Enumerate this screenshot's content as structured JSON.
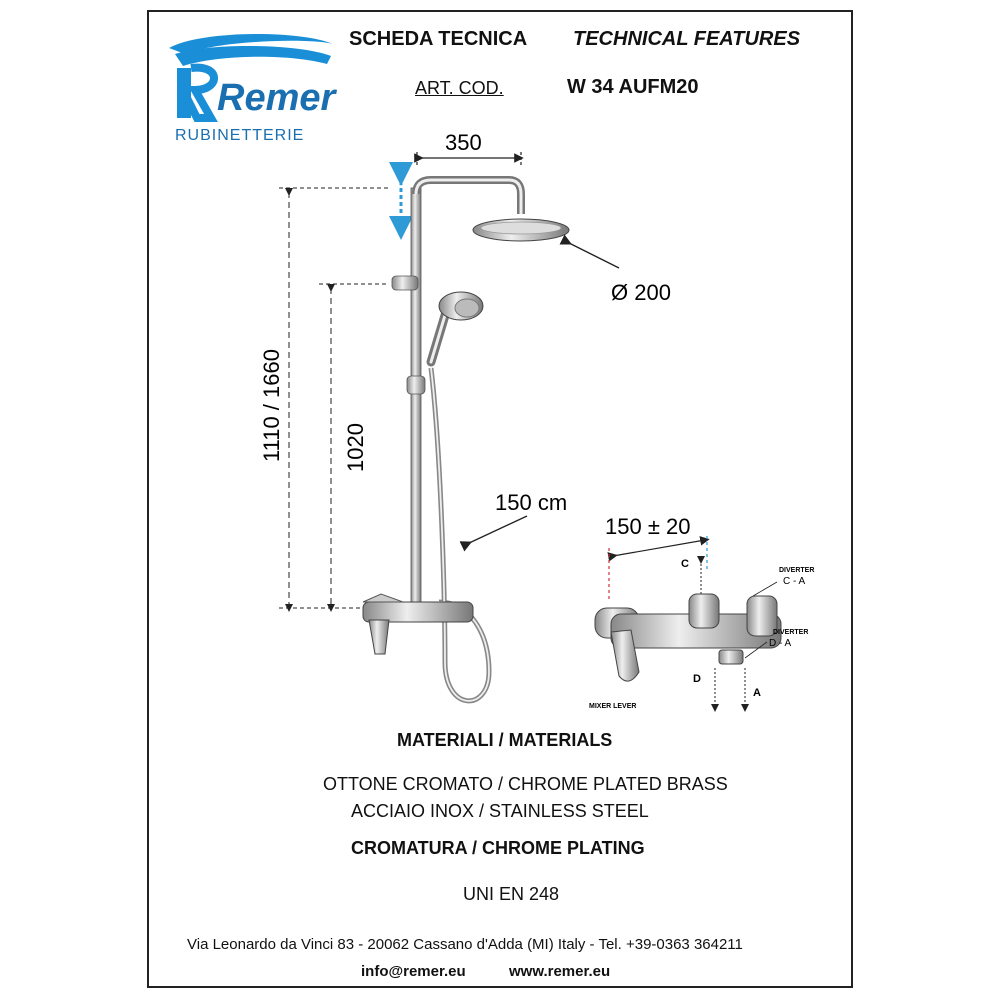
{
  "brand": {
    "logo_text": "Remer",
    "subtitle": "RUBINETTERIE",
    "colors": {
      "primary": "#1a8fd8",
      "dark": "#1a6fb0"
    }
  },
  "header": {
    "title_it": "SCHEDA TECNICA",
    "title_en": "TECHNICAL FEATURES",
    "art_code_label": "ART. COD.",
    "art_code_value": "W 34 AUFM20"
  },
  "drawing": {
    "dim_arm": "350",
    "dim_head": "Ø 200",
    "dim_height_range": "1110 / 1660",
    "dim_height_fixed": "1020",
    "dim_hose": "150 cm",
    "dim_centers": "150 ± 20",
    "label_c": "C",
    "label_d": "D",
    "label_a": "A",
    "label_diverter_1_title": "DIVERTER",
    "label_diverter_1_value": "C - A",
    "label_diverter_2_title": "DIVERTER",
    "label_diverter_2_value": "D - A",
    "label_mixer": "MIXER LEVER",
    "accent_color": "#2e9bd6"
  },
  "materials": {
    "title": "MATERIALI / MATERIALS",
    "line1": "OTTONE CROMATO / CHROME PLATED BRASS",
    "line2": "ACCIAIO INOX / STAINLESS STEEL",
    "plating": "CROMATURA / CHROME PLATING",
    "standard": "UNI EN 248"
  },
  "footer": {
    "address": "Via Leonardo da Vinci 83 - 20062 Cassano d'Adda (MI) Italy - Tel. +39-0363 364211",
    "email": "info@remer.eu",
    "website": "www.remer.eu"
  }
}
